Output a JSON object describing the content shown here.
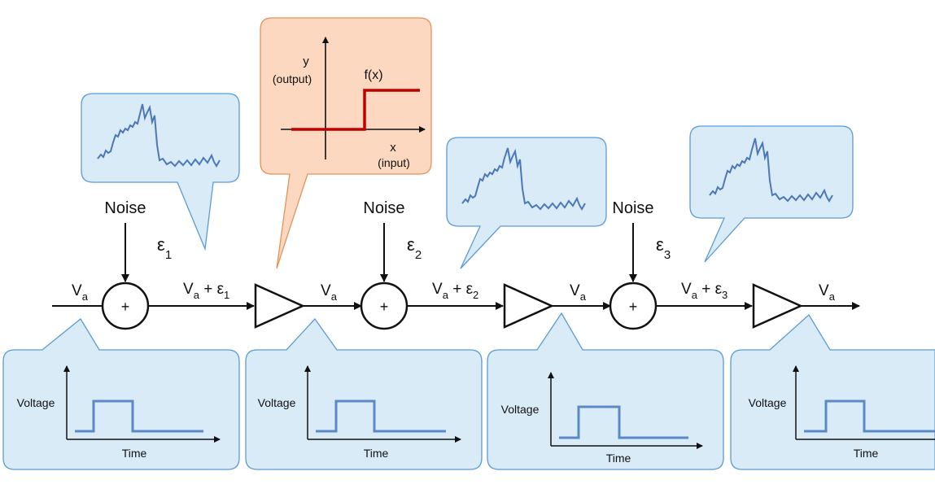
{
  "title_fragment": "g…g",
  "noise_label": "Noise",
  "epsilons": [
    {
      "symbol": "ε",
      "sub": "1"
    },
    {
      "symbol": "ε",
      "sub": "2"
    },
    {
      "symbol": "ε",
      "sub": "3"
    }
  ],
  "signal": {
    "main": "V",
    "sub": "a"
  },
  "noisy_signals": [
    {
      "main": "V",
      "sub": "a",
      "plus": " + ε",
      "eps_sub": "1"
    },
    {
      "main": "V",
      "sub": "a",
      "plus": " + ε",
      "eps_sub": "2"
    },
    {
      "main": "V",
      "sub": "a",
      "plus": " + ε",
      "eps_sub": "3"
    }
  ],
  "summer_symbol": "+",
  "transfer_function": {
    "y_label": "y",
    "y_sub": "(output)",
    "x_label": "x",
    "x_sub": "(input)",
    "f_label": "f(x)"
  },
  "pulse_plot": {
    "ylabel": "Voltage",
    "xlabel": "Time"
  },
  "colors": {
    "bubble_blue_fill": "#d9ebf7",
    "bubble_blue_stroke": "#5b9bd5",
    "bubble_orange_fill": "#fbd8bf",
    "bubble_orange_stroke": "#e3935a",
    "trace_blue": "#4a78b8",
    "step_red": "#c00000"
  }
}
